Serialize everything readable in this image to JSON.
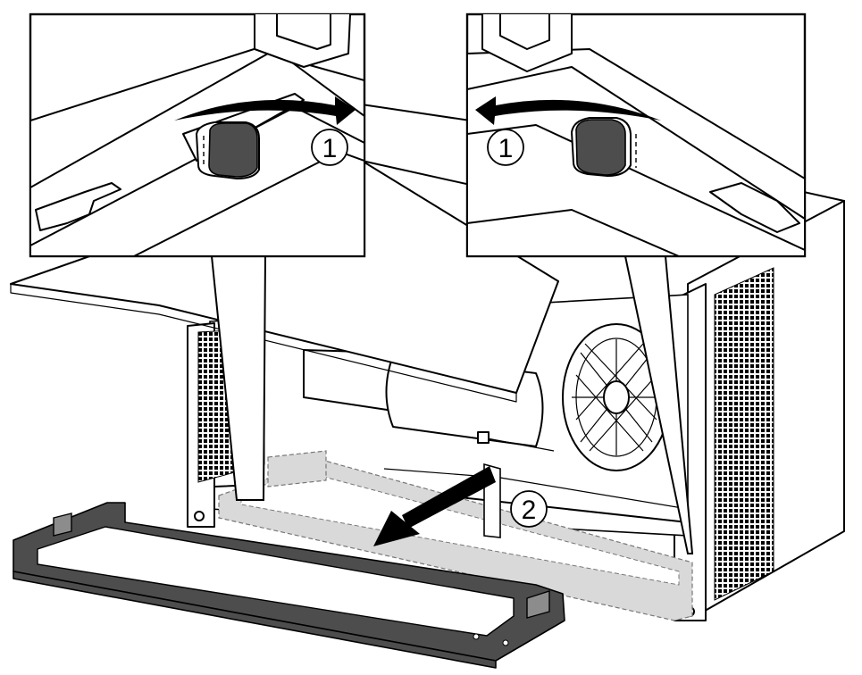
{
  "diagram": {
    "steps": [
      {
        "id": "step-1-left",
        "label": "1"
      },
      {
        "id": "step-1-right",
        "label": "1"
      },
      {
        "id": "step-2",
        "label": "2"
      }
    ],
    "colors": {
      "line": "#000000",
      "paper": "#ffffff",
      "part_fill": "#4d4d4d",
      "ghost_fill": "#d9d9d9",
      "grille": "#000000"
    },
    "icons": [
      "rotate-arrow-icon",
      "pull-arrow-icon"
    ]
  }
}
